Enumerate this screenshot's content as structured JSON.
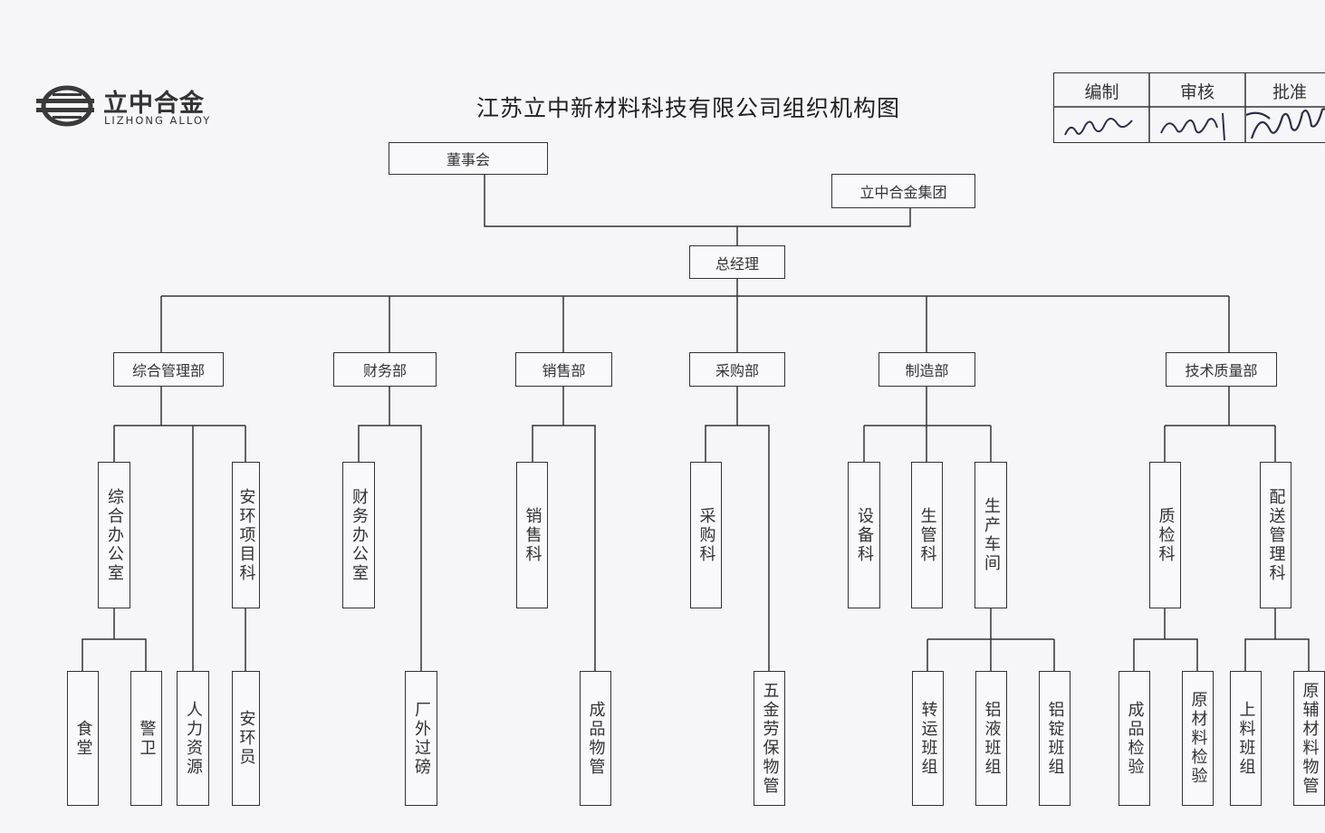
{
  "logo": {
    "cn": "立中合金",
    "en": "LIZHONG ALLOY"
  },
  "title": "江苏立中新材料科技有限公司组织机构图",
  "approval": {
    "headers": [
      "编制",
      "审核",
      "批准"
    ]
  },
  "org": {
    "board": "董事会",
    "group": "立中合金集团",
    "gm": "总经理",
    "departments": {
      "admin": "综合管理部",
      "finance": "财务部",
      "sales": "销售部",
      "purchase": "采购部",
      "manufacturing": "制造部",
      "tech": "技术质量部"
    },
    "sections": {
      "admin_office": "综合办公室",
      "hr": "人力资源",
      "safety_env": "安环项目科",
      "finance_office": "财务办公室",
      "weighing": "厂外过磅",
      "sales_section": "销售科",
      "finished_goods": "成品物管",
      "purchase_section": "采购科",
      "hardware": "五金劳保物管",
      "equipment": "设备科",
      "production_mgmt": "生管科",
      "workshop": "生产车间",
      "qc": "质检科",
      "delivery": "配送管理科"
    },
    "units": {
      "canteen": "食堂",
      "guard": "警卫",
      "safety_officer": "安环员",
      "transfer": "转运班组",
      "liquid": "铝液班组",
      "ingot": "铝锭班组",
      "fg_inspection": "成品检验",
      "rm_inspection": "原材料检验",
      "loading": "上料班组",
      "aux_material": "原辅材料物管"
    }
  }
}
